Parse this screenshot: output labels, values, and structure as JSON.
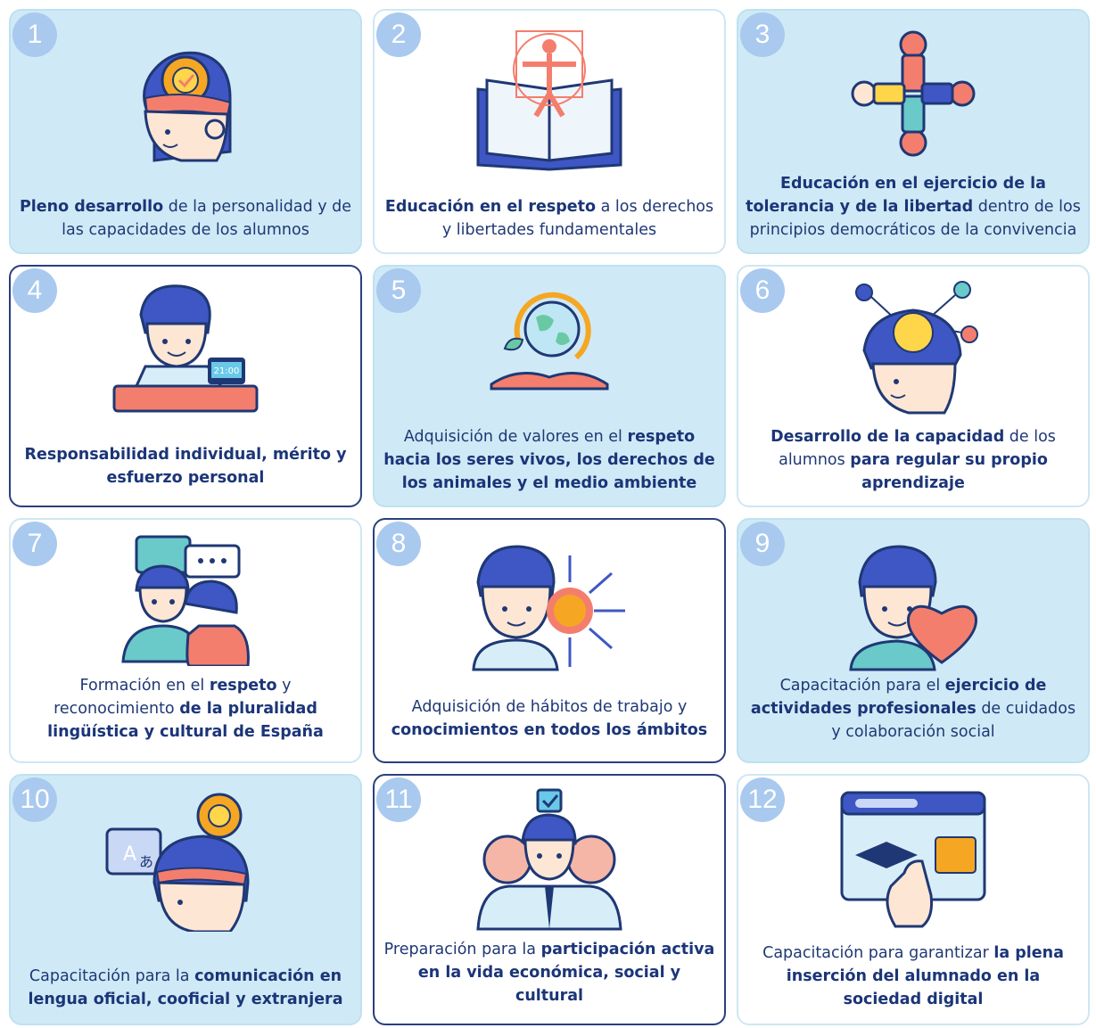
{
  "cards": [
    {
      "number": "1",
      "caption": [
        {
          "t": "Pleno desarrollo",
          "b": true
        },
        {
          "t": " de la personalidad y de las capacidades de los alumnos",
          "b": false
        }
      ]
    },
    {
      "number": "2",
      "caption": [
        {
          "t": "Educación en el respeto",
          "b": true
        },
        {
          "t": " a los derechos y libertades fundamentales",
          "b": false
        }
      ]
    },
    {
      "number": "3",
      "caption": [
        {
          "t": "Educación en el ejercicio de la tolerancia y de la libertad",
          "b": true
        },
        {
          "t": " dentro de los principios democráticos de la convivencia",
          "b": false
        }
      ]
    },
    {
      "number": "4",
      "caption": [
        {
          "t": "Responsabilidad individual, mérito y esfuerzo personal",
          "b": true
        }
      ],
      "clock": "21:00"
    },
    {
      "number": "5",
      "caption": [
        {
          "t": "Adquisición de valores en el ",
          "b": false
        },
        {
          "t": "respeto hacia los seres vivos, los derechos de los animales y el medio ambiente",
          "b": true
        }
      ]
    },
    {
      "number": "6",
      "caption": [
        {
          "t": "Desarrollo de la capacidad",
          "b": true
        },
        {
          "t": " de los alumnos ",
          "b": false
        },
        {
          "t": "para regular su propio aprendizaje",
          "b": true
        }
      ]
    },
    {
      "number": "7",
      "caption": [
        {
          "t": "Formación en el ",
          "b": false
        },
        {
          "t": "respeto",
          "b": true
        },
        {
          "t": " y reconocimiento ",
          "b": false
        },
        {
          "t": "de la pluralidad lingüística y cultural de España",
          "b": true
        }
      ]
    },
    {
      "number": "8",
      "caption": [
        {
          "t": "Adquisición de hábitos de trabajo y ",
          "b": false
        },
        {
          "t": "conocimientos en todos los ámbitos",
          "b": true
        }
      ]
    },
    {
      "number": "9",
      "caption": [
        {
          "t": "Capacitación para el ",
          "b": false
        },
        {
          "t": "ejercicio de actividades profesionales",
          "b": true
        },
        {
          "t": " de cuidados y colaboración social",
          "b": false
        }
      ]
    },
    {
      "number": "10",
      "caption": [
        {
          "t": "Capacitación para la ",
          "b": false
        },
        {
          "t": "comunicación en lengua oficial, cooficial y extranjera",
          "b": true
        }
      ],
      "glyphs": [
        "A",
        "あ"
      ]
    },
    {
      "number": "11",
      "caption": [
        {
          "t": "Preparación para la ",
          "b": false
        },
        {
          "t": "participación activa en la vida económica, social y cultural",
          "b": true
        }
      ]
    },
    {
      "number": "12",
      "caption": [
        {
          "t": "Capacitación para garantizar ",
          "b": false
        },
        {
          "t": "la plena inserción del alumnado en la sociedad digital",
          "b": true
        }
      ]
    }
  ],
  "colors": {
    "navy": "#1f3875",
    "bubble": "#a9c9ef",
    "card_blue": "#cfeaf6",
    "skin": "#fde6d4",
    "hair": "#3f57c4",
    "coral": "#f47e6d"
  },
  "icons": [
    "gear-head-icon",
    "vitruvian-book-icon",
    "hands-unity-icon",
    "student-desk-icon",
    "earth-recycle-book-icon",
    "idea-network-head-icon",
    "conversation-people-icon",
    "student-burst-icon",
    "caregiver-heart-icon",
    "language-head-icon",
    "group-vote-icon",
    "digital-learning-icon"
  ]
}
